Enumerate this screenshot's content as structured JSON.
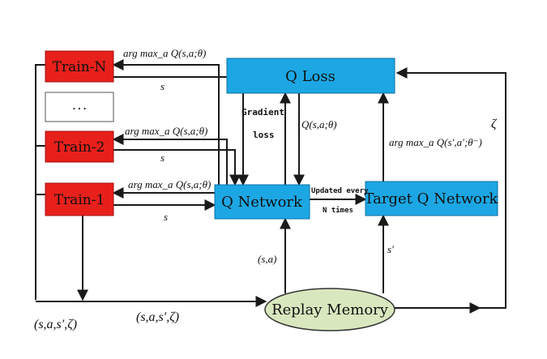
{
  "nodes": {
    "train_n": "Train-N",
    "ellipsis": "...",
    "train_2": "Train-2",
    "train_1": "Train-1",
    "q_loss": "Q Loss",
    "q_network": "Q Network",
    "target_q_network": "Target Q Network",
    "replay_memory": "Replay Memory"
  },
  "labels": {
    "argmax_train_n": "arg max_a Q(s,a;θ)",
    "argmax_train_2": "arg max_a Q(s,a;θ)",
    "argmax_train_1": "arg max_a Q(s,a;θ)",
    "s_train_n": "s",
    "s_train_2": "s",
    "s_train_1": "s",
    "gradient": "Gradient",
    "loss": "loss",
    "q_value": "Q(s,a;θ)",
    "argmax_target": "arg max_a Q(s′,a′;θ⁻)",
    "updated_every": "Updated every",
    "n_times": "N times",
    "sa_input": "(s,a)",
    "s_prime": "s′",
    "zeta": "ζ",
    "tuple_left": "(s,a,s′,ζ)",
    "tuple_bottom": "(s,a,s′,ζ)"
  },
  "colors": {
    "train_red": "#e8201b",
    "network_blue": "#1ca7e4",
    "memory_green": "#d9e7bf",
    "line": "#1a1a1a"
  }
}
